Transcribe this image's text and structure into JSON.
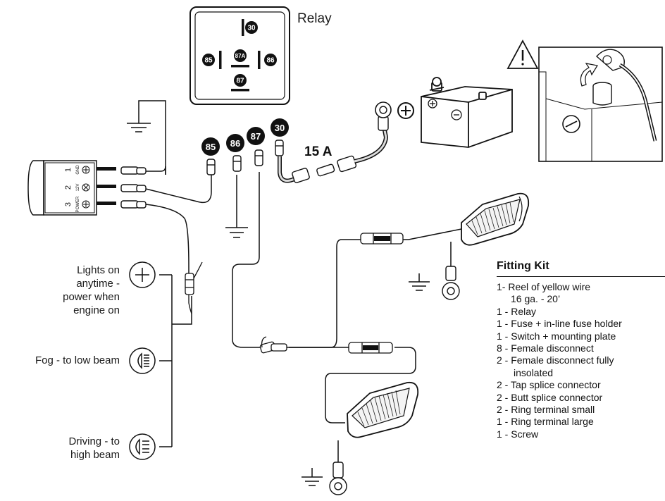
{
  "relay": {
    "title": "Relay",
    "pins": {
      "p30": "30",
      "p85": "85",
      "p86": "86",
      "p87": "87",
      "p87a": "87A"
    }
  },
  "connectors": [
    "85",
    "86",
    "87",
    "30"
  ],
  "fuse_rating": "15 A",
  "battery": {
    "positive_symbol": "+",
    "negative_symbol": "−"
  },
  "switch": {
    "numbers": [
      "1",
      "2",
      "3"
    ],
    "labels": [
      "GND",
      "12V",
      "POWER"
    ]
  },
  "modes": [
    {
      "line1": "Lights on",
      "line2": "anytime -",
      "line3": "power when",
      "line4": "engine on"
    },
    {
      "line1": "Fog - to low beam"
    },
    {
      "line1": "Driving - to",
      "line2": "high beam"
    }
  ],
  "fitting_kit": {
    "title": "Fitting Kit",
    "items": [
      {
        "main": "1- Reel of yellow wire",
        "cont": "16 ga. - 20’"
      },
      {
        "main": "1 - Relay"
      },
      {
        "main": "1 - Fuse + in-line fuse holder"
      },
      {
        "main": "1 - Switch + mounting plate"
      },
      {
        "main": "8 - Female disconnect"
      },
      {
        "main": "2 - Female disconnect fully",
        "cont": "insolated"
      },
      {
        "main": "2 - Tap splice connector"
      },
      {
        "main": "2 - Butt splice connector"
      },
      {
        "main": "2 - Ring terminal small"
      },
      {
        "main": "1 - Ring terminal large"
      },
      {
        "main": "1 - Screw"
      }
    ]
  },
  "icons": [
    "ground-symbol-icon",
    "warning-icon",
    "battery-icon",
    "headlight-icon",
    "fog-lamp-icon",
    "high-beam-icon"
  ]
}
